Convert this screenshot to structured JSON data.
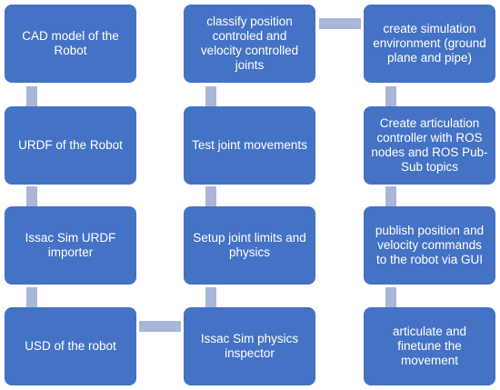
{
  "steps": {
    "s1": "CAD model of the Robot",
    "s2": "URDF of the Robot",
    "s3": "Issac Sim URDF importer",
    "s4": "USD of the robot",
    "s5": "Issac Sim physics inspector",
    "s6": "Setup joint limits and physics",
    "s7": "Test joint movements",
    "s8": "classify position controled and velocity controlled joints",
    "s9": "create simulation environment (ground plane and pipe)",
    "s10": "Create articulation controller with ROS nodes and ROS Pub-Sub topics",
    "s11": "publish position and velocity commands to the robot via GUI",
    "s12": "articulate and finetune the movement"
  },
  "colors": {
    "box": "#4472c4",
    "connector": "#a9b6d9",
    "text": "#ffffff"
  }
}
